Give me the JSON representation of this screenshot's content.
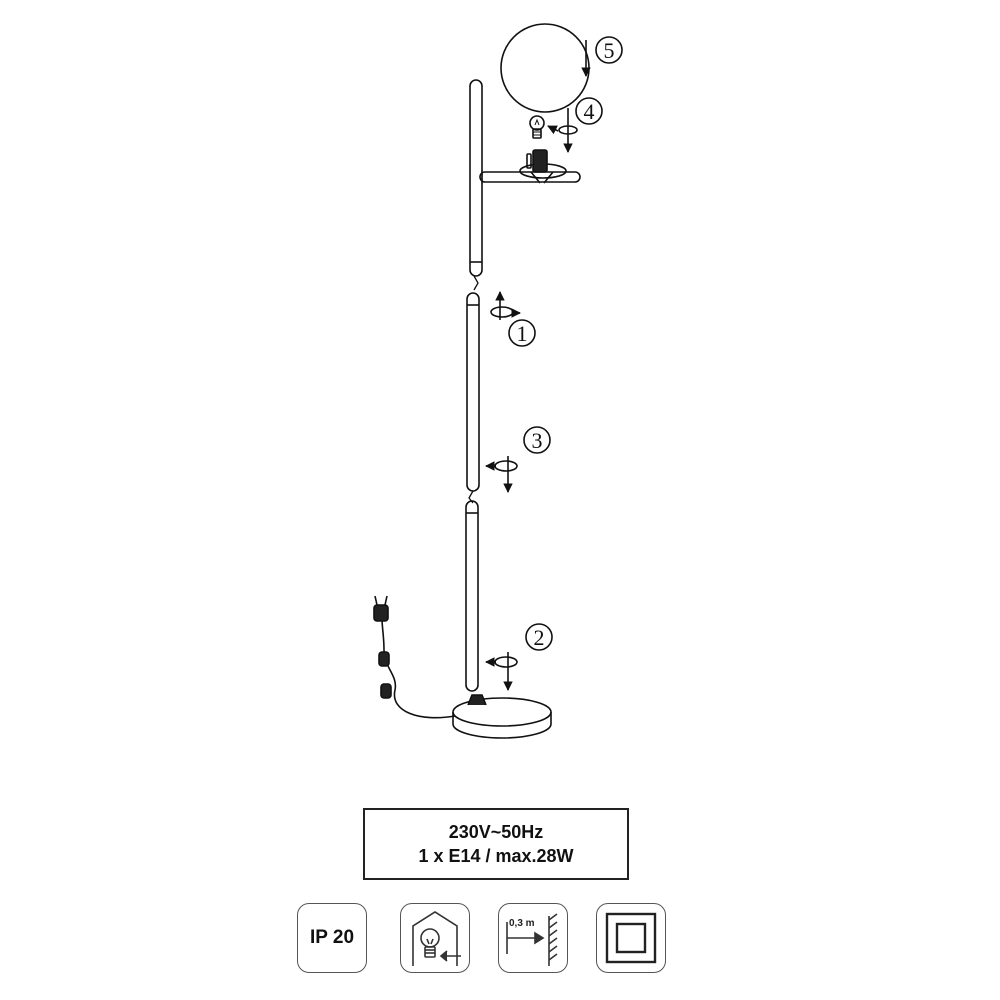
{
  "steps": [
    {
      "id": "step-1",
      "label": "1"
    },
    {
      "id": "step-2",
      "label": "2"
    },
    {
      "id": "step-3",
      "label": "3"
    },
    {
      "id": "step-4",
      "label": "4"
    },
    {
      "id": "step-5",
      "label": "5"
    }
  ],
  "specs": {
    "voltage": "230V~50Hz",
    "bulb": "1 x E14 / max.28W"
  },
  "icons": {
    "ip_rating": "IP 20",
    "distance_label": "0,3 m",
    "icon_names": [
      "ip-rating-icon",
      "indoor-use-icon",
      "min-distance-icon",
      "double-insulation-icon"
    ]
  }
}
